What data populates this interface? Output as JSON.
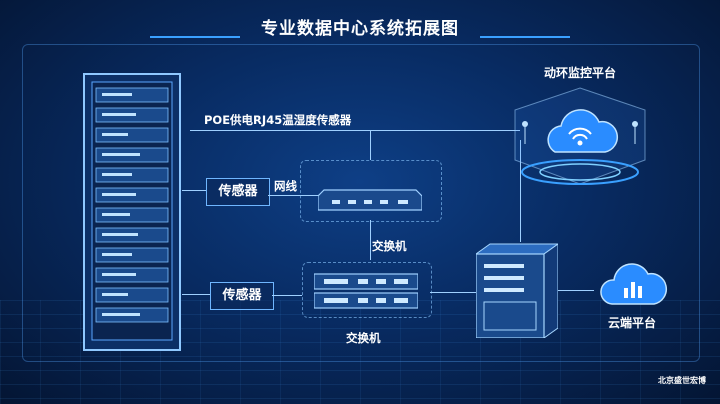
{
  "title": "专业数据中心系统拓展图",
  "labels": {
    "poe_sensor": "POE供电RJ45温湿度传感器",
    "network_cable": "网线",
    "switch_top": "交换机",
    "switch_bottom": "交换机",
    "monitor_platform": "动环监控平台",
    "cloud_platform": "云端平台"
  },
  "boxes": {
    "sensor_top": "传感器",
    "sensor_bottom": "传感器"
  },
  "brand": "北京盛世宏博",
  "colors": {
    "background": "#082b62",
    "line": "#9fd0ff",
    "accent": "#3aa0ff"
  },
  "icons": [
    "server-rack-icon",
    "switch-icon",
    "tower-server-icon",
    "cloud-monitor-icon",
    "cloud-icon"
  ]
}
